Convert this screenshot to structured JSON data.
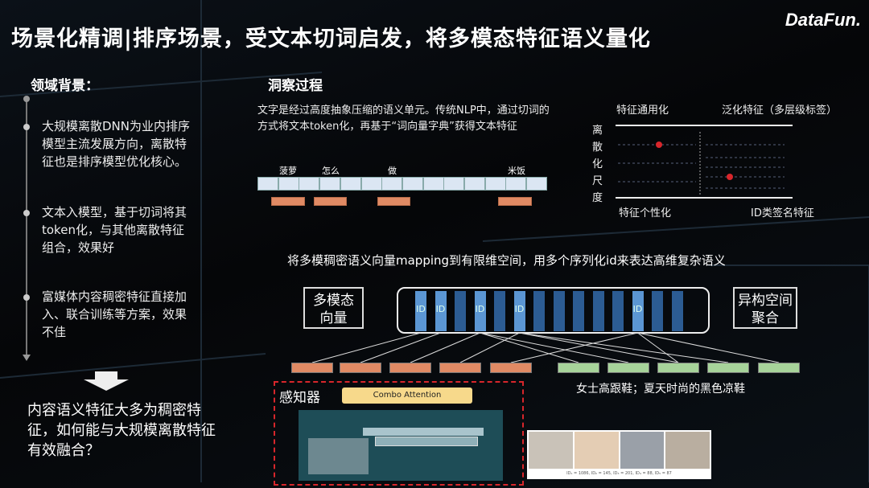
{
  "title": "场景化精调|排序场景，受文本切词启发，将多模态特征语义量化",
  "logo": "DataFun.",
  "left": {
    "heading": "领域背景：",
    "items": [
      "大规模离散DNN为业内排序模型主流发展方向，离散特征也是排序模型优化核心。",
      "文本入模型，基于切词将其token化，与其他离散特征组合，效果好",
      "富媒体内容稠密特征直接加入、联合训练等方案，效果不佳"
    ],
    "question": "内容语义特征大多为稠密特征，如何能与大规模离散特征有效融合？"
  },
  "insight": {
    "heading": "洞察过程",
    "text": "文字是经过高度抽象压缩的语义单元。传统NLP中，通过切词的方式将文本token化，再基于“词向量字典”获得文本特征",
    "tokens": [
      "菠萝",
      "怎么",
      "做",
      "米饭"
    ]
  },
  "scale_chart": {
    "top_left": "特征通用化",
    "top_right": "泛化特征（多层级标签）",
    "bottom_left": "特征个性化",
    "bottom_right": "ID类签名特征",
    "axis": [
      "离",
      "散",
      "化",
      "尺",
      "度"
    ],
    "dot_color": "#d8262b"
  },
  "mapping": {
    "caption": "将多模稠密语义向量mapping到有限维空间，用多个序列化id来表达高维复杂语义",
    "left_box": "多模态向量",
    "right_box": "异构空间聚合",
    "id_label": "ID",
    "highlight_cols": [
      0,
      1,
      3,
      5,
      11
    ]
  },
  "perceiver": {
    "label": "感知器",
    "attention": "Combo Attention",
    "shoe_caption": "女士高跟鞋；夏天时尚的黑色凉鞋",
    "shoe_ids": "ID₁ = 1086, ID₂ = 145, ID₃ = 201, ID₄ = 88, ID₅ = 87"
  },
  "colors": {
    "orange": "#e08a64",
    "green": "#a7d39a",
    "id_col": "#2c5c93",
    "id_col_hl": "#5b96d3",
    "dash_red": "#d8262b",
    "attention": "#f7d98b"
  }
}
